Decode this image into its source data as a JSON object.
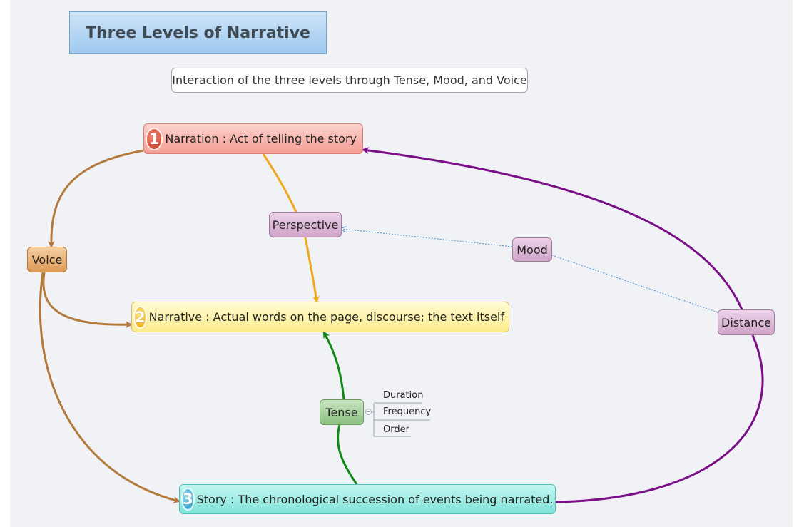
{
  "title": "Three Levels of Narrative",
  "subtitle": "Interaction of the three levels through Tense, Mood, and Voice",
  "levels": {
    "narration": {
      "badge": "1",
      "label": "Narration : Act of telling the story"
    },
    "narrative": {
      "badge": "2",
      "label": "Narrative : Actual words on the page, discourse; the text itself"
    },
    "story": {
      "badge": "3",
      "label": "Story : The chronological succession of events being narrated."
    }
  },
  "topics": {
    "voice": "Voice",
    "perspective": "Perspective",
    "mood": "Mood",
    "distance": "Distance",
    "tense": "Tense"
  },
  "tense_subtopics": [
    "Duration",
    "Frequency",
    "Order"
  ],
  "colors": {
    "canvas": "#f1f2f6",
    "voice_link": "#b37a3c",
    "perspective_link": "#f0a81c",
    "tense_link": "#0e8a14",
    "distance_link": "#7a0f87",
    "mood_link": "#4a8fd1"
  }
}
